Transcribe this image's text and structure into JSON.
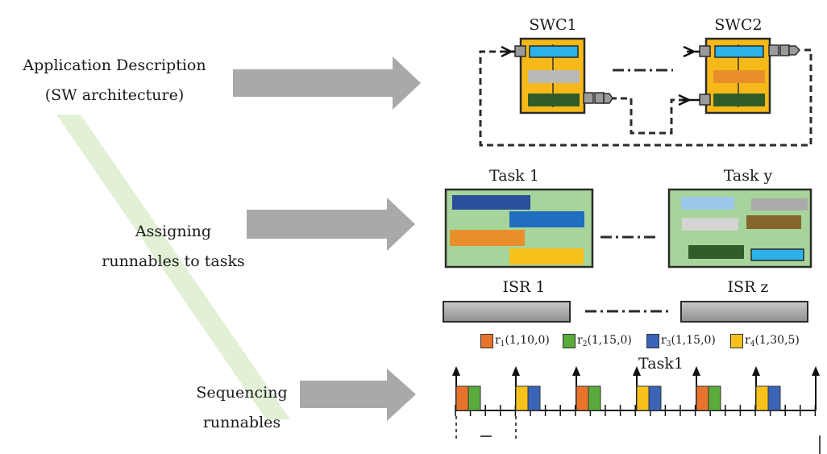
{
  "stages": [
    {
      "line1": "Application Description",
      "line2": "(SW architecture)"
    },
    {
      "line1": "Assigning",
      "line2": "runnables to tasks"
    },
    {
      "line1": "Sequencing",
      "line2": "runnables"
    }
  ],
  "swc": {
    "left_title": "SWC1",
    "right_title": "SWC2"
  },
  "tasks": {
    "left_title": "Task 1",
    "right_title": "Task y"
  },
  "isr": {
    "left_title": "ISR 1",
    "right_title": "ISR z"
  },
  "legend": [
    {
      "base": "r",
      "sub": "1",
      "args": "(1,10,0)",
      "color": "#e8742c"
    },
    {
      "base": "r",
      "sub": "2",
      "args": "(1,15,0)",
      "color": "#5aaa3c"
    },
    {
      "base": "r",
      "sub": "3",
      "args": "(1,15,0)",
      "color": "#3b64b8"
    },
    {
      "base": "r",
      "sub": "4",
      "args": "(1,30,5)",
      "color": "#f6c11b"
    }
  ],
  "timeline": {
    "title": "Task1"
  },
  "colors": {
    "arrow": "#a9a9a9",
    "swc_fill": "#f5b91a",
    "task_fill": "#a7d49a",
    "isr_fill": "#a3a3a3",
    "diagonal_band": "#e2f0d6"
  }
}
